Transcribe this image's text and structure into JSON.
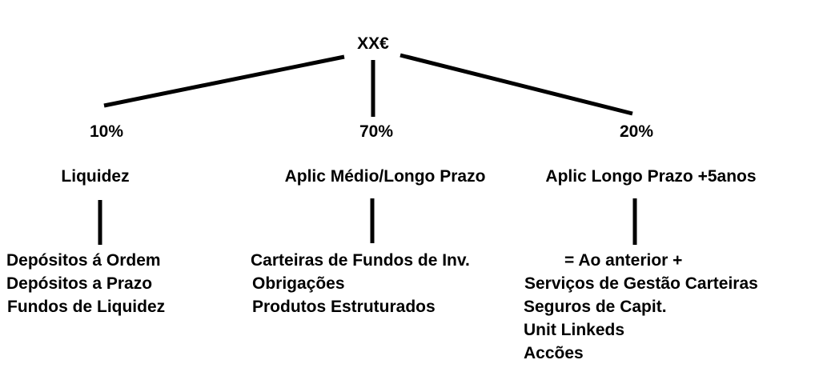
{
  "root": {
    "label": "XX€"
  },
  "branches": [
    {
      "percent": "10%",
      "title": "Liquidez",
      "items": [
        "Depósitos á Ordem",
        "Depósitos a Prazo",
        "Fundos de Liquidez"
      ]
    },
    {
      "percent": "70%",
      "title": "Aplic Médio/Longo Prazo",
      "items": [
        "Carteiras de Fundos de Inv.",
        "Obrigações",
        "Produtos Estruturados"
      ]
    },
    {
      "percent": "20%",
      "title": "Aplic Longo Prazo +5anos",
      "items": [
        "= Ao anterior +",
        "Serviços de Gestão Carteiras",
        "Seguros de Capit.",
        "Unit Linkeds",
        "Accões"
      ]
    }
  ]
}
